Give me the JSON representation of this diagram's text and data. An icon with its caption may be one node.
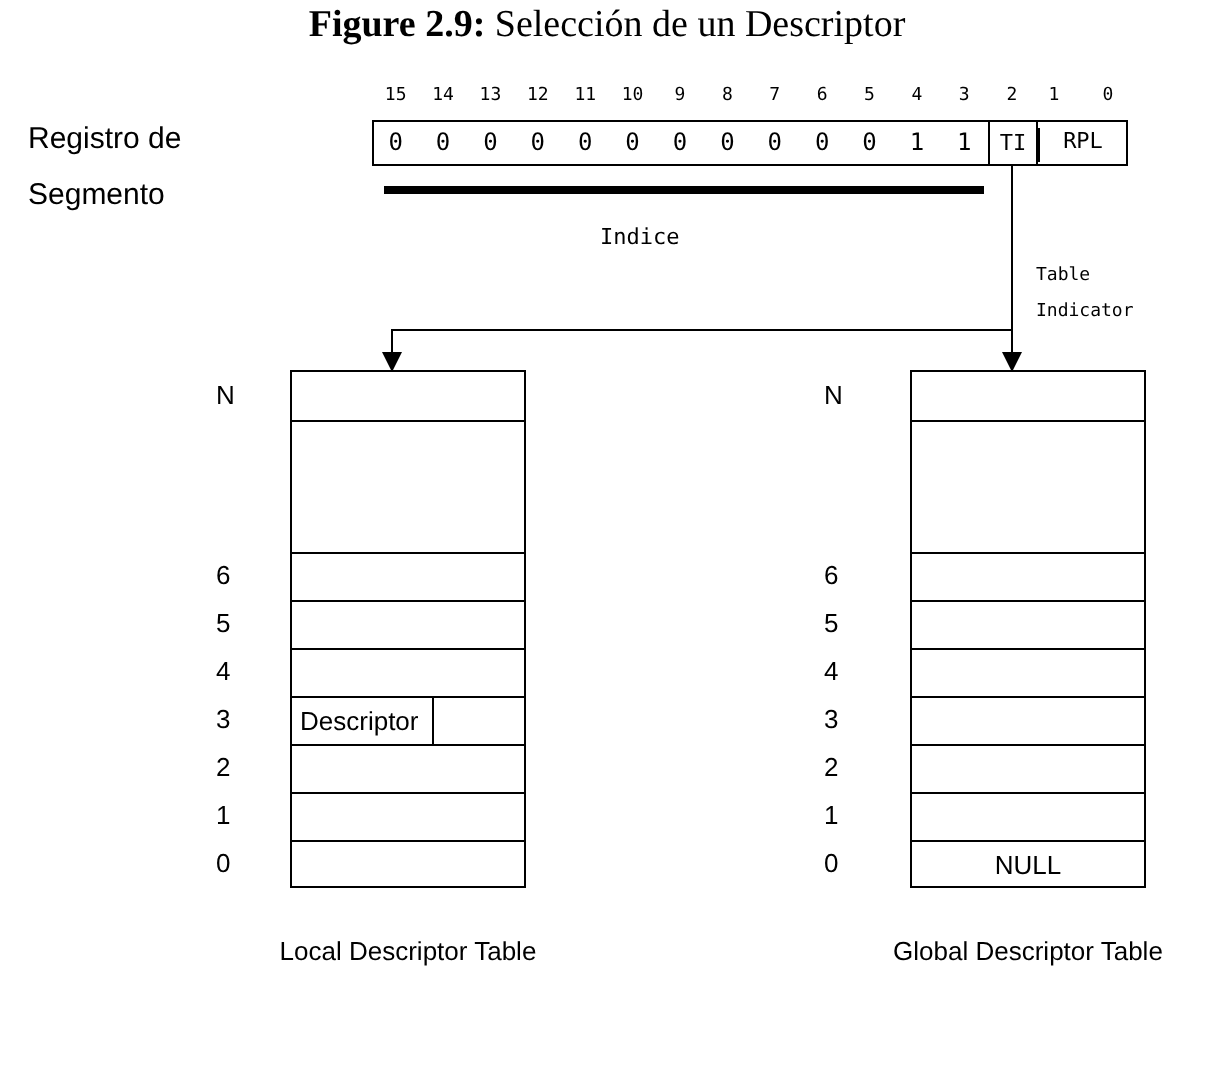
{
  "diagram": {
    "title": "**Figure 2.9:** Selección de un Descriptor",
    "nodes": [
      {
        "text": [
          "TI"
        ]
      },
      {
        "text": [
          "Local Descriptor Table"
        ]
      },
      {
        "text": [
          "Descriptor"
        ],
        "in": 1
      },
      {
        "text": [
          "Global Descriptor Table"
        ]
      },
      {
        "text": [
          "NULL"
        ],
        "in": 3
      }
    ],
    "edges": [
      {
        "from": 0,
        "to": 1,
        "arrow": "to"
      },
      {
        "from": 0,
        "to": 3,
        "arrow": "to"
      }
    ],
    "labels": [
      "Registro de Segmento",
      "15",
      "14",
      "13",
      "12",
      "11",
      "10",
      "9",
      "8",
      "7",
      "6",
      "5",
      "4",
      "3",
      "2",
      "1",
      "0",
      "0",
      "0",
      "0",
      "0",
      "0",
      "0",
      "0",
      "0",
      "0",
      "0",
      "0",
      "1",
      "1",
      "RPL",
      "Indice",
      "Table Indicator",
      "N",
      "6",
      "5",
      "4",
      "3",
      "2",
      "1",
      "0",
      "N",
      "6",
      "5",
      "4",
      "3",
      "2",
      "1",
      "0"
    ]
  }
}
